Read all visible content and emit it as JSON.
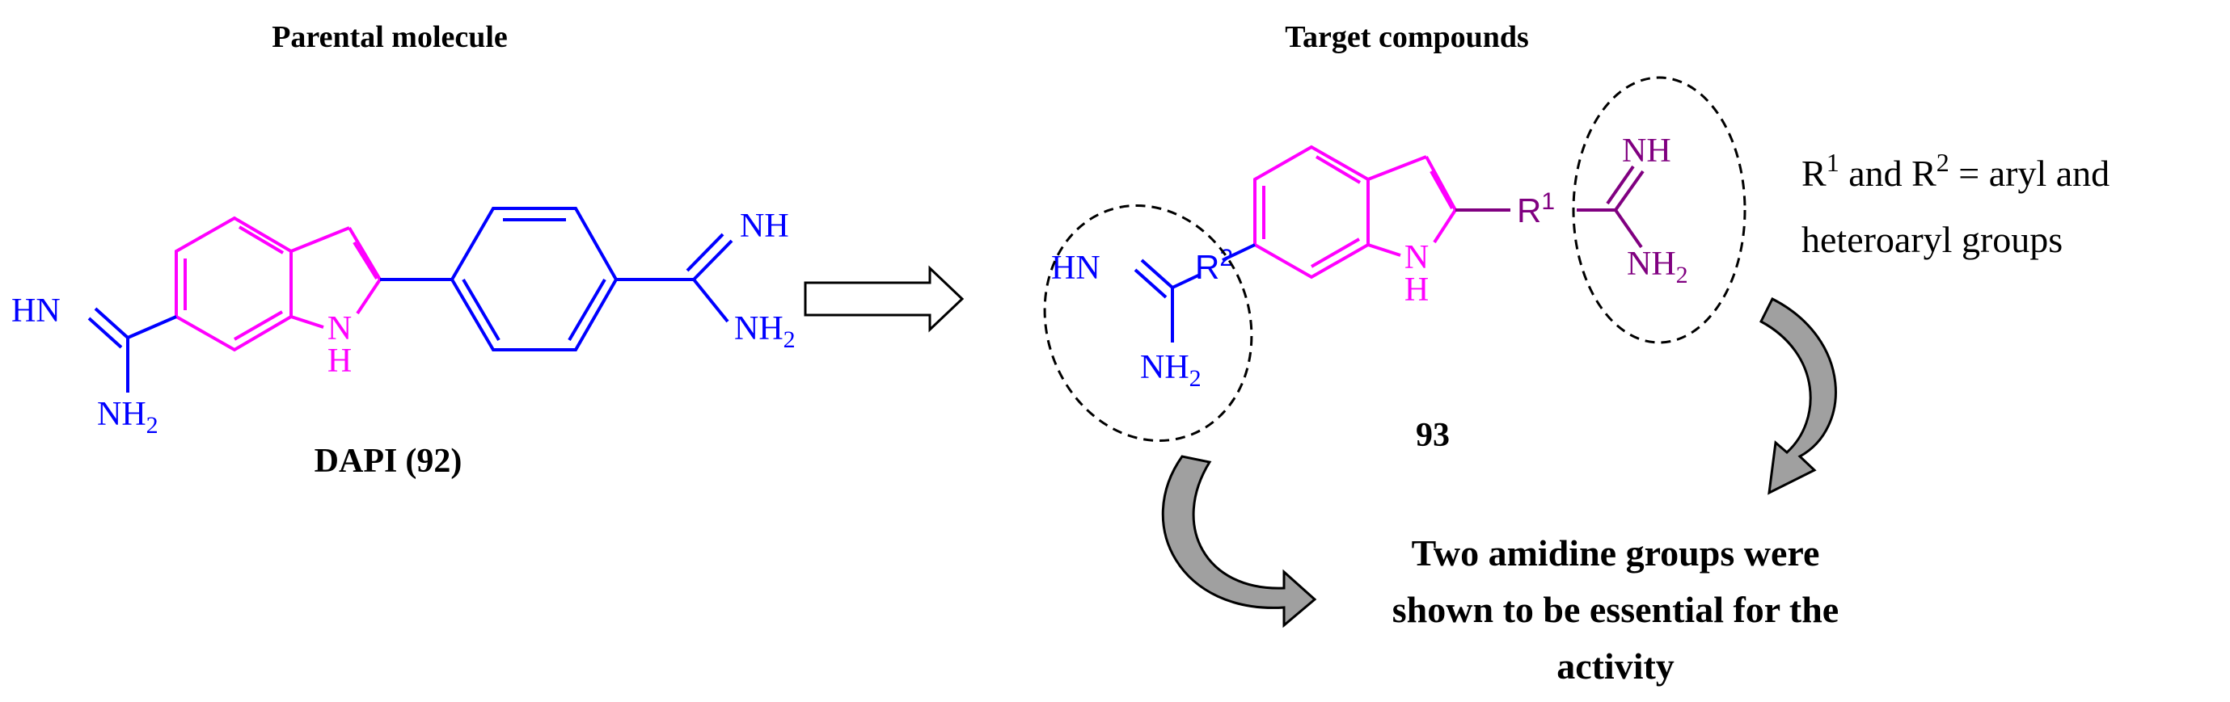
{
  "headings": {
    "left": "Parental molecule",
    "right": "Target compounds"
  },
  "dapi": {
    "name": "DAPI",
    "number": "(92)",
    "atoms": {
      "nh_top": "NH",
      "nh2_right_n": "NH",
      "nh2_right_sub": "2",
      "hn_left": "HN",
      "nh2_left_n": "NH",
      "nh2_left_sub": "2",
      "ring_n": "N",
      "ring_h": "H"
    }
  },
  "target": {
    "number": "93",
    "atoms": {
      "hn_left": "HN",
      "r2": "R",
      "r2_sup": "2",
      "nh2_left_n": "NH",
      "nh2_left_sub": "2",
      "ring_n": "N",
      "ring_h": "H",
      "r1": "R",
      "r1_sup": "1",
      "nh_top": "NH",
      "nh2_right_n": "NH",
      "nh2_right_sub": "2"
    }
  },
  "legend": {
    "line1_r1": "R",
    "line1_sup1": "1",
    "line1_mid": " and R",
    "line1_sup2": "2",
    "line1_end": " = aryl and",
    "line2": "heteroaryl groups"
  },
  "conclusion": {
    "line1": "Two amidine groups were",
    "line2": "shown to be essential for the",
    "line3": "activity"
  },
  "colors": {
    "magenta": "#FF00FF",
    "blue": "#0000FF",
    "purple": "#800080",
    "black": "#000000",
    "arrow_gray": "#A0A0A0"
  }
}
